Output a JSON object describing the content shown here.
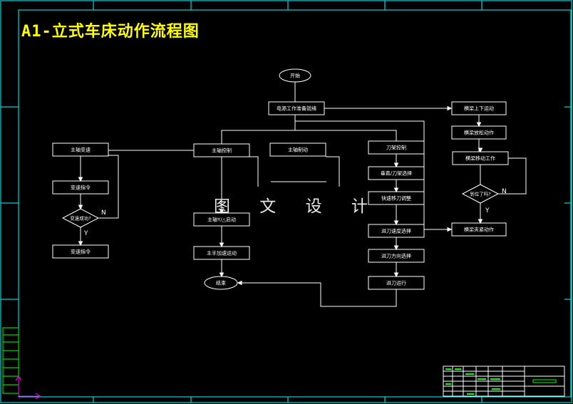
{
  "title": "A1-立式车床动作流程图",
  "watermark": "图 文 设 计",
  "colors": {
    "background": "#000000",
    "frame": "#00ffff",
    "line": "#ffffff",
    "title": "#ffff00",
    "titleblock": "#00ff00",
    "axis": "#ff00ff"
  },
  "nodes": {
    "start": "开始",
    "init": "电源工作准备就绪",
    "spindle_speed": "主轴变速",
    "speed_cmd": "变速指令",
    "speed_check": "变速成功?",
    "speed_done": "变速指令",
    "spindle_ctrl": "主轴控制",
    "spindle_brake": "主轴制动",
    "feed_select": "主轴Y/△启动",
    "main_motion": "主半加速运动",
    "end": "结束",
    "tool_ctrl": "刀架控制",
    "tool_select": "垂直/刀架选择",
    "fast_move": "快速移刀调整",
    "feed_dir": "进刀速度选择",
    "feed_way": "进刀方向选择",
    "feed_run": "进刀运行",
    "beam_updown": "横梁上下运动",
    "beam_release": "横梁放松动作",
    "beam_work": "横梁移动工作",
    "pos_check": "到位了吗?",
    "beam_clamp": "横梁夹紧动作"
  },
  "branch_labels": {
    "no": "N",
    "yes": "Y"
  }
}
